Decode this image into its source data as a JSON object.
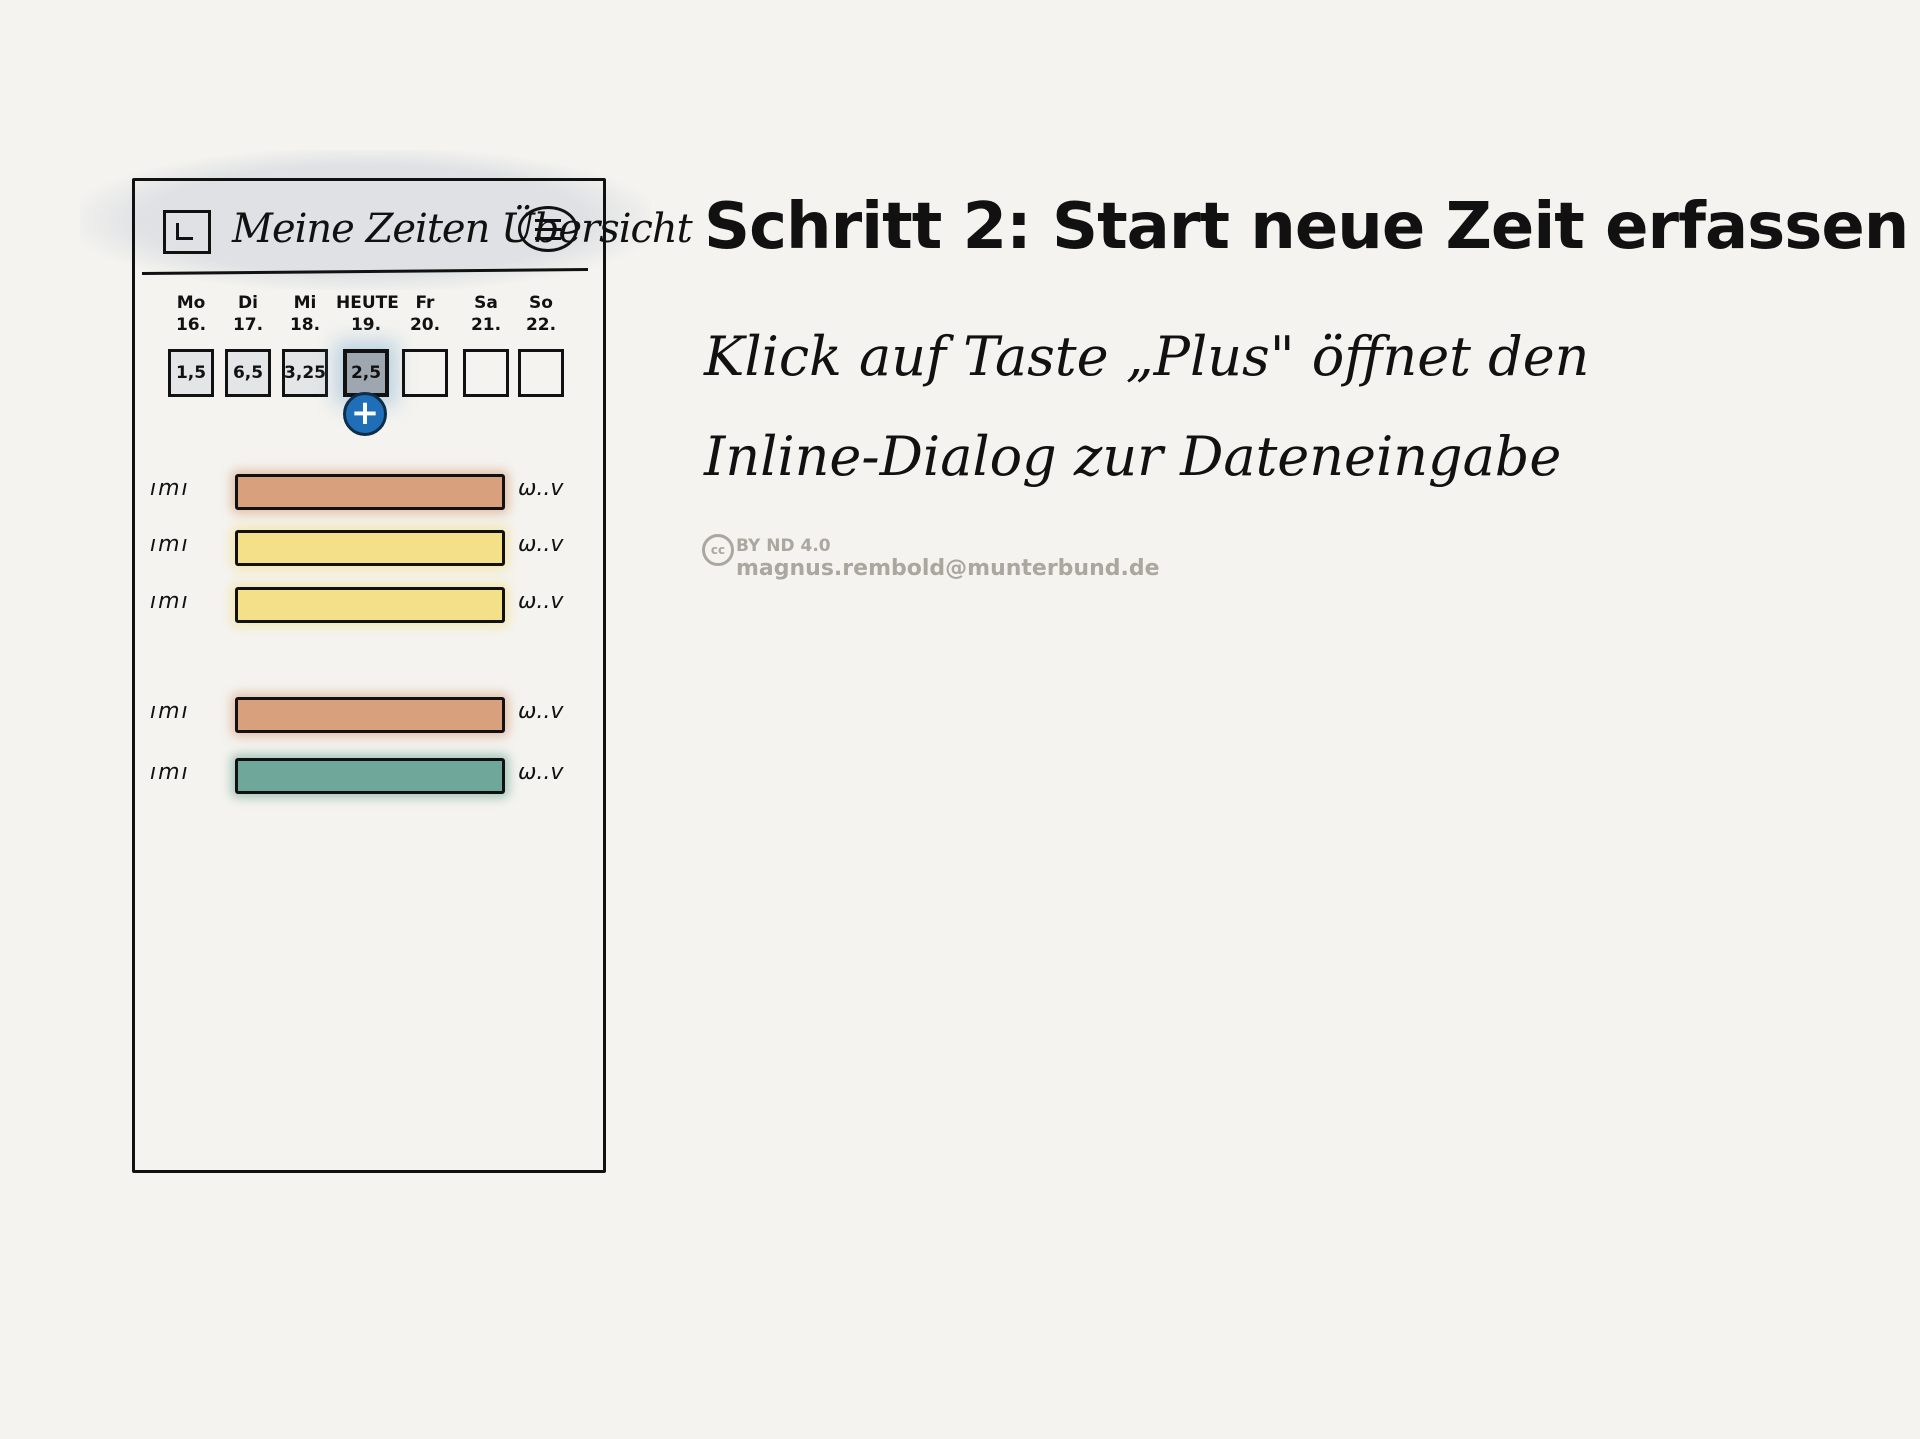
{
  "sketch": {
    "app_title": "Meine Zeiten Übersicht",
    "days": [
      {
        "weekday": "Mo",
        "date": "16.",
        "hours": "1,5"
      },
      {
        "weekday": "Di",
        "date": "17.",
        "hours": "6,5"
      },
      {
        "weekday": "Mi",
        "date": "18.",
        "hours": "3,25"
      },
      {
        "weekday": "HEUTE",
        "date": "19.",
        "hours": "2,5"
      },
      {
        "weekday": "Fr",
        "date": "20.",
        "hours": ""
      },
      {
        "weekday": "Sa",
        "date": "21.",
        "hours": ""
      },
      {
        "weekday": "So",
        "date": "22.",
        "hours": ""
      }
    ],
    "plus_label": "+",
    "rows": [
      {
        "left": "ımı",
        "right": "ѡ..v",
        "color": "#d9a07e"
      },
      {
        "left": "ımı",
        "right": "ѡ..v",
        "color": "#f5e08a"
      },
      {
        "left": "ımı",
        "right": "ѡ..v",
        "color": "#f5e08a"
      },
      {
        "left": "ımı",
        "right": "ѡ..v",
        "color": "#d9a07e"
      },
      {
        "left": "ımı",
        "right": "ѡ..v",
        "color": "#6fa89a"
      }
    ]
  },
  "description": {
    "heading": "Schritt 2: Start neue Zeit erfassen",
    "line1": "Klick auf Taste „Plus\" öffnet den",
    "line2": "Inline-Dialog zur Dateneingabe"
  },
  "license": {
    "cc": "cc",
    "terms": "BY ND 4.0",
    "email": "magnus.rembold@munterbund.de"
  }
}
